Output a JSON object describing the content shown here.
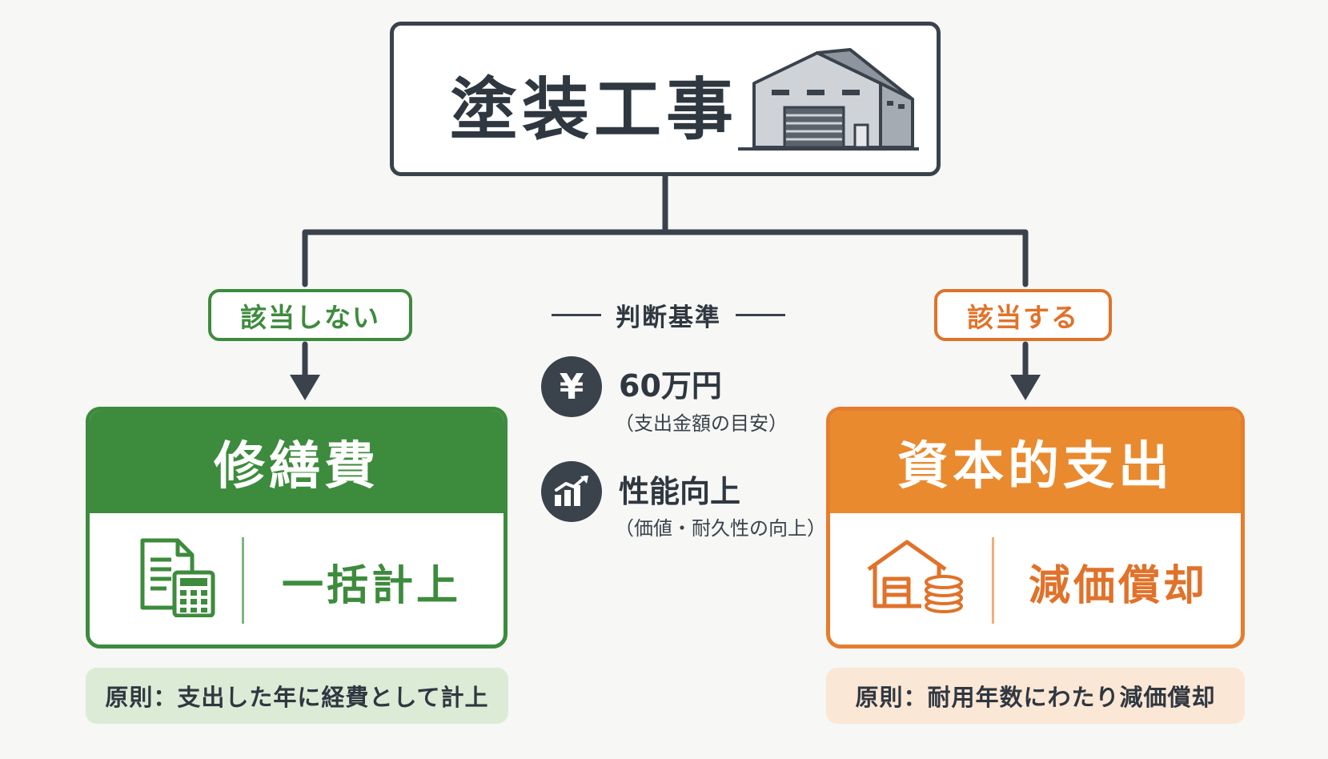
{
  "top": {
    "title": "塗装工事"
  },
  "branches": {
    "left_label": "該当しない",
    "right_label": "該当する"
  },
  "criteria": {
    "title": "判断基準",
    "items": [
      {
        "icon": "yen-icon",
        "main": "60万円",
        "sub": "（支出金額の目安）"
      },
      {
        "icon": "growth-chart-icon",
        "main": "性能向上",
        "sub": "（価値・耐久性の向上）"
      }
    ],
    "yen_symbol": "¥"
  },
  "left_card": {
    "title": "修繕費",
    "treatment": "一括計上",
    "icon": "document-calculator-icon",
    "note": "原則：支出した年に経費として計上"
  },
  "right_card": {
    "title": "資本的支出",
    "treatment": "減価償却",
    "icon": "warehouse-coins-icon",
    "note": "原則：耐用年数にわたり減価償却"
  },
  "colors": {
    "dark": "#3a424c",
    "green": "#3d8b3d",
    "orange": "#e98a2e",
    "green_note_bg": "#dcebd6",
    "orange_note_bg": "#fbe7d5"
  }
}
